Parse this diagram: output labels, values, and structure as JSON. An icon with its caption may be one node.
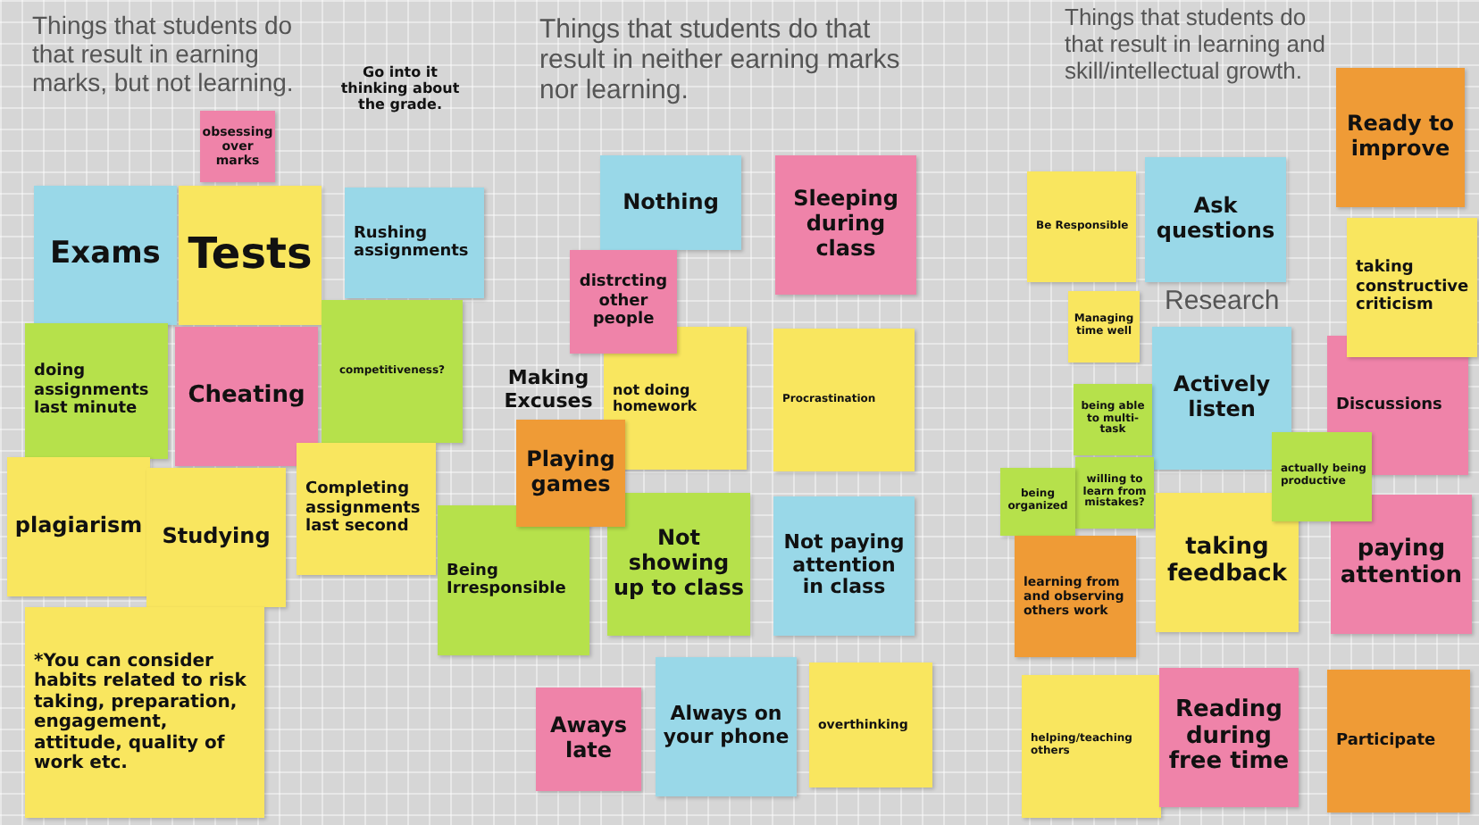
{
  "diagram": {
    "nodes": [
      {
        "text": [
          "obsessing over marks"
        ]
      },
      {
        "text": [
          "Exams"
        ]
      },
      {
        "text": [
          "Tests"
        ]
      },
      {
        "text": [
          "Rushing assignments"
        ]
      },
      {
        "text": [
          "doing assignments last minute"
        ]
      },
      {
        "text": [
          "Cheating"
        ]
      },
      {
        "text": [
          "competitiveness?"
        ]
      },
      {
        "text": [
          "plagiarism"
        ]
      },
      {
        "text": [
          "Studying"
        ]
      },
      {
        "text": [
          "Completing assignments last second"
        ]
      },
      {
        "text": [
          "*You can consider habits related to risk taking, preparation, engagement, attitude, quality of work etc."
        ]
      },
      {
        "text": [
          "Nothing"
        ]
      },
      {
        "text": [
          "Sleeping during class"
        ]
      },
      {
        "text": [
          "distrcting other people"
        ]
      },
      {
        "text": [
          "not doing homework"
        ]
      },
      {
        "text": [
          "Procrastination"
        ]
      },
      {
        "text": [
          "Playing games"
        ]
      },
      {
        "text": [
          "Being Irresponsible"
        ]
      },
      {
        "text": [
          "Not showing up to class"
        ]
      },
      {
        "text": [
          "Not paying attention in class"
        ]
      },
      {
        "text": [
          "Aways late"
        ]
      },
      {
        "text": [
          "Always on your phone"
        ]
      },
      {
        "text": [
          "overthinking"
        ]
      },
      {
        "text": [
          "Ready to improve"
        ]
      },
      {
        "text": [
          "Be Responsible"
        ]
      },
      {
        "text": [
          "Ask questions"
        ]
      },
      {
        "text": [
          "taking constructive criticism"
        ]
      },
      {
        "text": [
          "Managing time well"
        ]
      },
      {
        "text": [
          "Actively listen"
        ]
      },
      {
        "text": [
          "Discussions"
        ]
      },
      {
        "text": [
          "being able to multi-task"
        ]
      },
      {
        "text": [
          "willing to learn from mistakes?"
        ]
      },
      {
        "text": [
          "being organized"
        ]
      },
      {
        "text": [
          "actually being productive"
        ]
      },
      {
        "text": [
          "learning from and observing others work"
        ]
      },
      {
        "text": [
          "taking feedback"
        ]
      },
      {
        "text": [
          "paying attention"
        ]
      },
      {
        "text": [
          "helping/teaching others"
        ]
      },
      {
        "text": [
          "Reading during free time"
        ]
      },
      {
        "text": [
          "Participate"
        ]
      }
    ],
    "labels": [
      "Things that students do that result in earning marks, but not learning.",
      "Things that students do that result in neither earning marks nor learning.",
      "Things that students do that result in learning and skill/intellectual growth.",
      "Go into it thinking about the grade.",
      "Research",
      "Making Excuses"
    ]
  }
}
